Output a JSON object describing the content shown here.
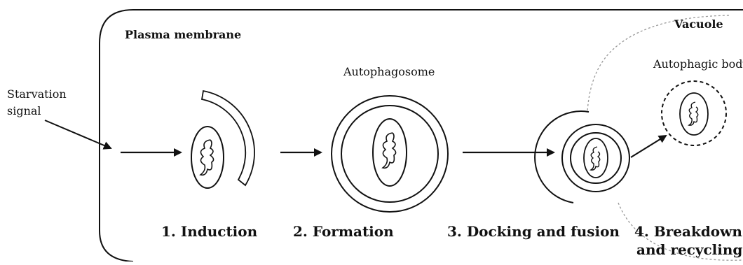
{
  "labels": {
    "plasma_membrane": "Plasma membrane",
    "vacuole": "Vacuole",
    "autophagosome": "Autophagosome",
    "autophagic_body": "Autophagic body",
    "starvation_line1": "Starvation",
    "starvation_line2": "signal"
  },
  "steps": [
    {
      "label": "1. Induction"
    },
    {
      "label": "2. Formation"
    },
    {
      "label": "3. Docking and fusion"
    },
    {
      "label_line1": "4. Breakdown",
      "label_line2": "and recycling"
    }
  ],
  "colors": {
    "stroke": "#111111",
    "background": "#ffffff",
    "dotted": "#999999"
  }
}
